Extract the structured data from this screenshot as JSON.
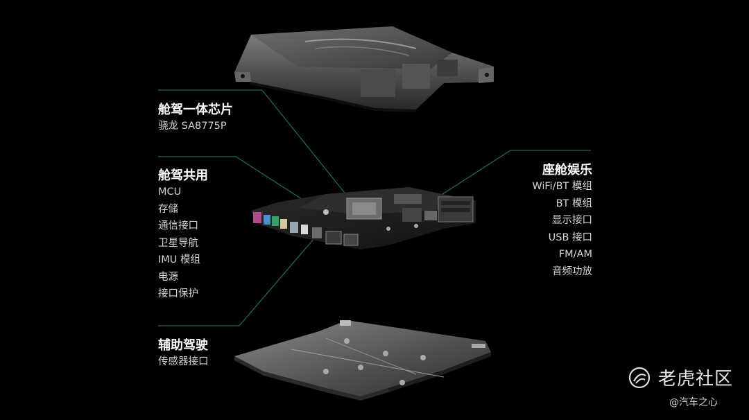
{
  "groups": {
    "chip": {
      "title": "舱驾一体芯片",
      "items": [
        "骁龙  SA8775P"
      ]
    },
    "shared": {
      "title": "舱驾共用",
      "items": [
        "MCU",
        "存储",
        "通信接口",
        "卫星导航",
        "IMU 模组",
        "电源",
        "接口保护"
      ]
    },
    "cockpit": {
      "title": "座舱娱乐",
      "items": [
        "WiFi/BT 模组",
        "BT 模组",
        "显示接口",
        "USB 接口",
        "FM/AM",
        "音频功放"
      ]
    },
    "adas": {
      "title": "辅助驾驶",
      "items": [
        "传感器接口"
      ]
    }
  },
  "watermark": {
    "brand": "老虎社区",
    "source": "@汽车之心"
  },
  "colors": {
    "leader_line": "#1f6b45",
    "background": "#000000"
  }
}
